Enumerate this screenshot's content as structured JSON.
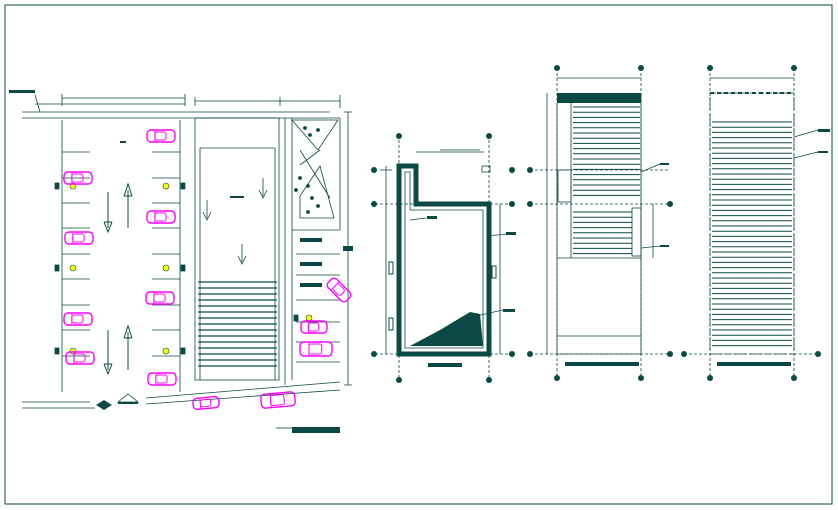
{
  "drawing": {
    "line_color": "#0b4a44",
    "accent_color": "#ff00ff",
    "marker_color": "#ffff00",
    "background": "#ffffff"
  },
  "panels": [
    {
      "name": "site-parking-plan",
      "icons": [
        "car-icon",
        "direction-arrow-icon",
        "column-grid-marker"
      ]
    },
    {
      "name": "ground-floor-plan",
      "icons": [
        "wall-outline",
        "hatched-area"
      ]
    },
    {
      "name": "front-elevation",
      "icons": [
        "louvre-facade",
        "grid-bubble"
      ]
    },
    {
      "name": "side-elevation",
      "icons": [
        "louvre-facade",
        "grid-bubble"
      ]
    }
  ]
}
